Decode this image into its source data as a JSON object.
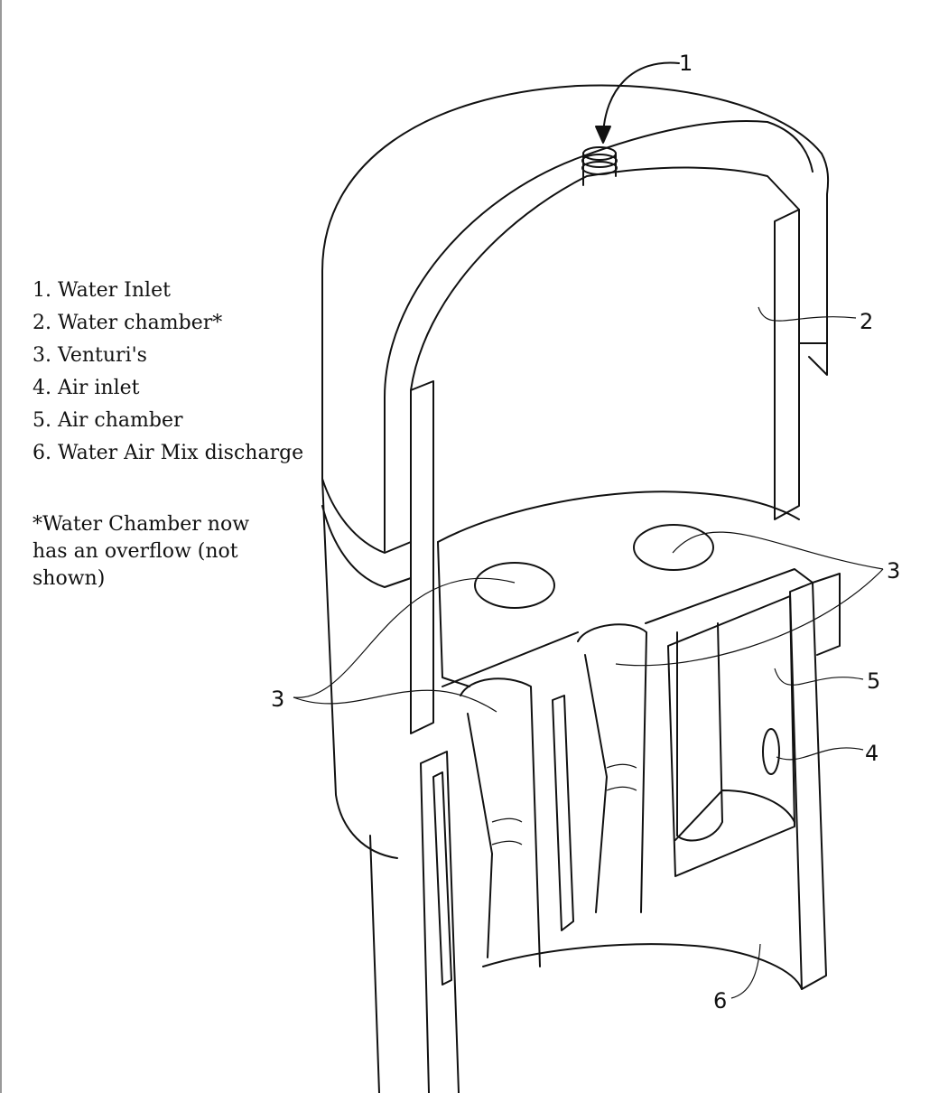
{
  "legend": {
    "items": [
      "1. Water Inlet",
      "2. Water chamber*",
      "3. Venturi's",
      "4. Air inlet",
      "5. Air chamber",
      "6.  Water Air Mix discharge"
    ],
    "note": "*Water Chamber now has an overflow (not shown)"
  },
  "callouts": {
    "c1": "1",
    "c2": "2",
    "c3_right": "3",
    "c3_left": "3",
    "c4": "4",
    "c5": "5",
    "c6": "6"
  }
}
